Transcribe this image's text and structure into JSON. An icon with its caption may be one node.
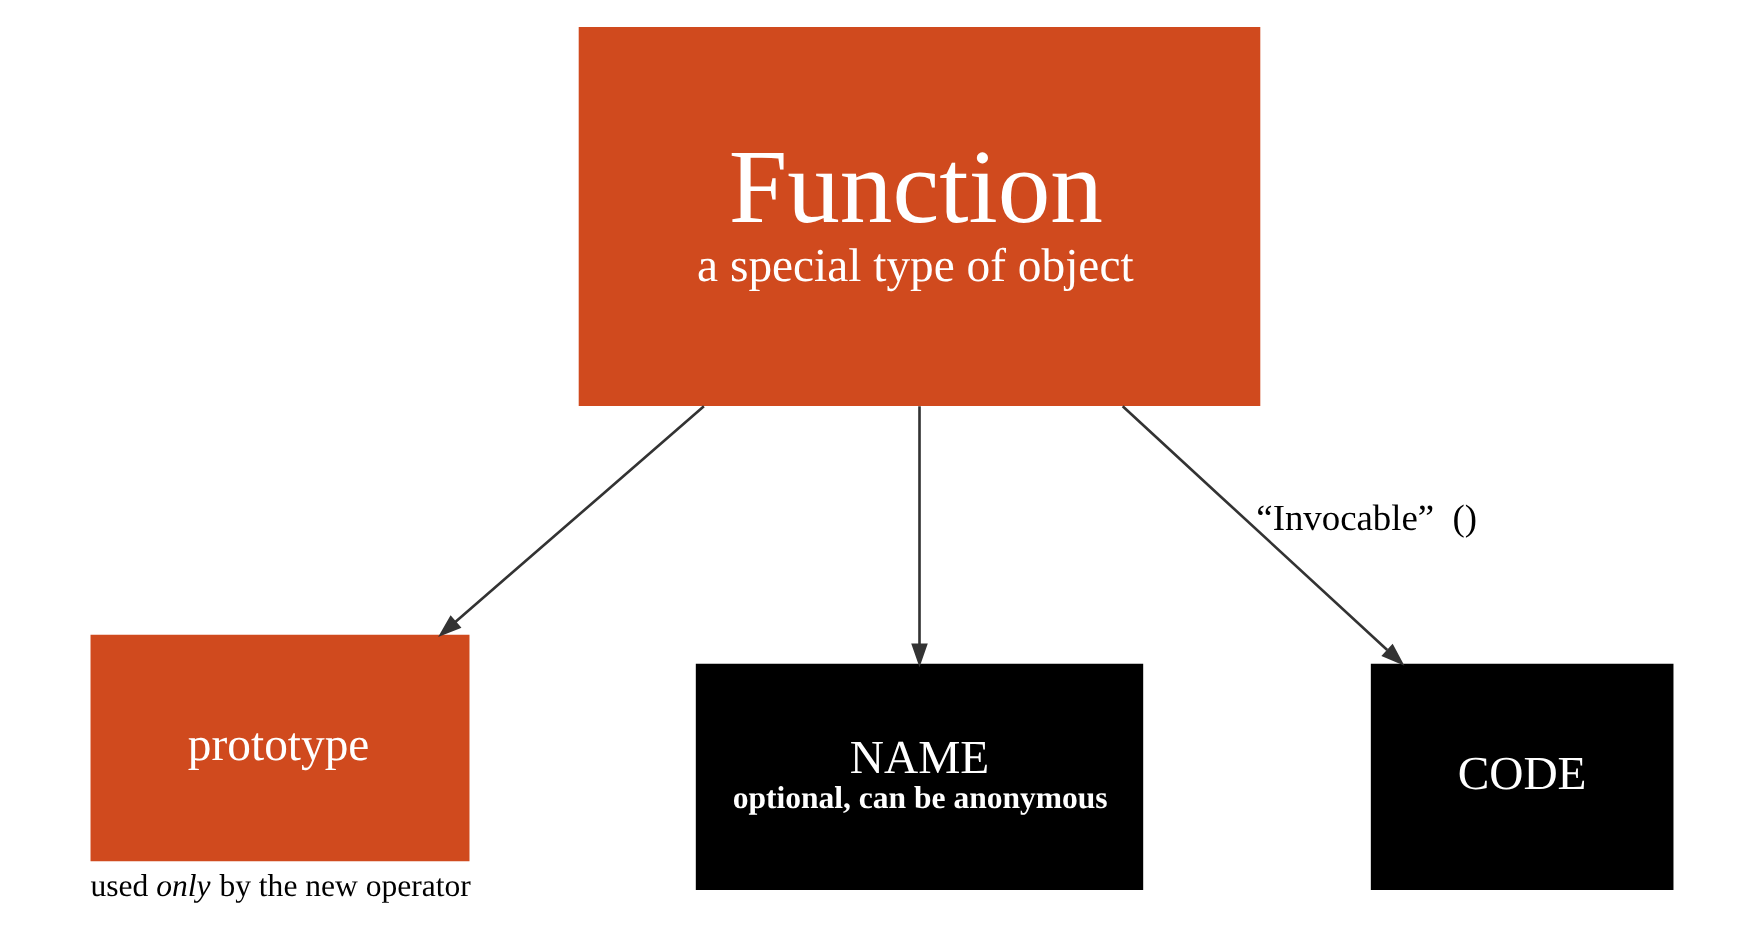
{
  "diagram": {
    "nodes": [
      {
        "text": [
          "Function",
          "a special type of object"
        ]
      },
      {
        "text": [
          "CODE"
        ]
      },
      {
        "text": [
          "prototype"
        ],
        "beside": [
          "used *only* by the new operator"
        ]
      },
      {
        "text": [
          "NAME",
          "optional, can be anonymous"
        ]
      }
    ],
    "edges": [
      {
        "from": 0,
        "to": 2,
        "arrow": "to"
      },
      {
        "from": 0,
        "to": 3,
        "arrow": "to"
      },
      {
        "from": 0,
        "to": 1,
        "arrow": "to",
        "label": "“Invocable”  ()"
      }
    ]
  }
}
